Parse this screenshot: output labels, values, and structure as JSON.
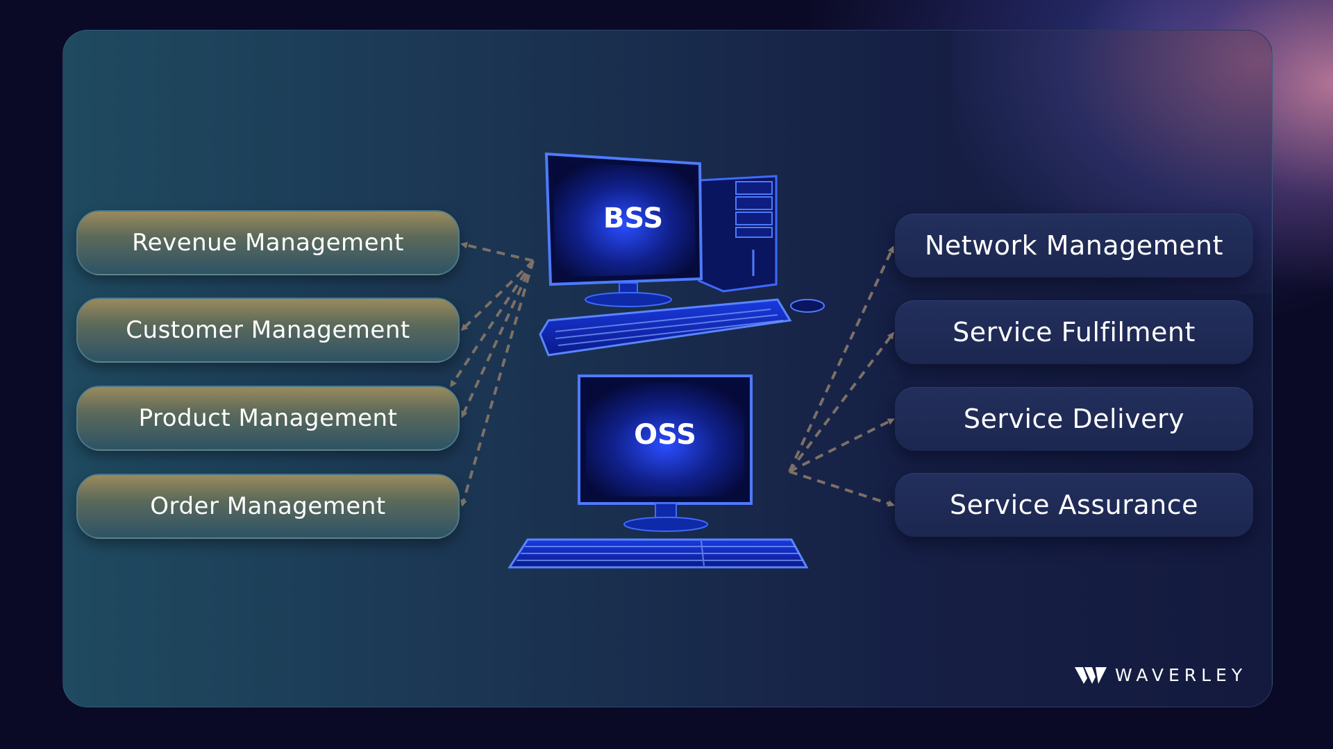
{
  "left_boxes": [
    {
      "label": "Revenue Management"
    },
    {
      "label": "Customer Management"
    },
    {
      "label": "Product Management"
    },
    {
      "label": "Order Management"
    }
  ],
  "right_boxes": [
    {
      "label": "Network Management"
    },
    {
      "label": "Service Fulfilment"
    },
    {
      "label": "Service Delivery"
    },
    {
      "label": "Service Assurance"
    }
  ],
  "computers": {
    "top": {
      "label": "BSS"
    },
    "bottom": {
      "label": "OSS"
    }
  },
  "brand": {
    "name": "WAVERLEY",
    "logo_icon": "waverley-w-logo-icon"
  },
  "colors": {
    "background": "#0b0a26",
    "arrow": "#7d7066",
    "screen_glow": "#1d3cff",
    "left_box_top": "#9a8a5c",
    "right_box": "#232f5c"
  }
}
